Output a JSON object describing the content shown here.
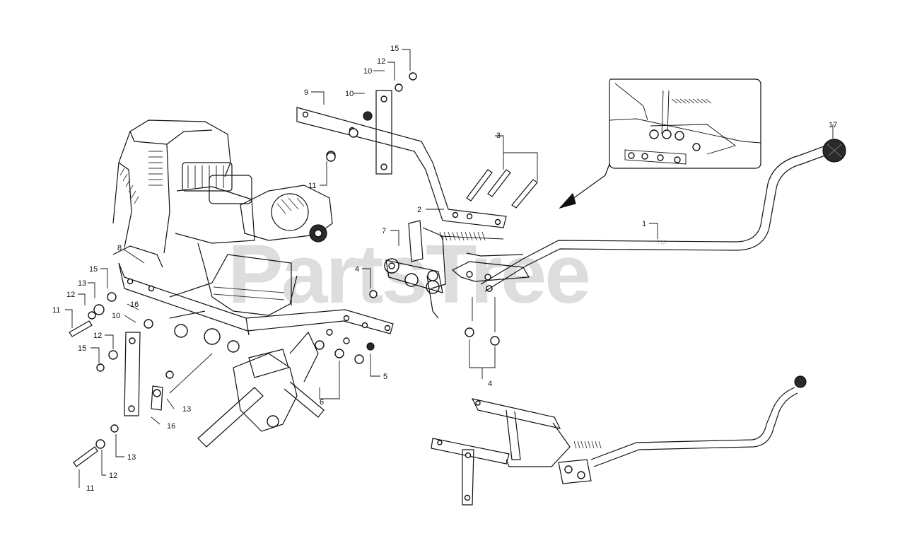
{
  "watermark": {
    "text": "PartsTree",
    "trademark": "TM"
  },
  "callouts": [
    {
      "id": "c15a",
      "text": "15"
    },
    {
      "id": "c12a",
      "text": "12"
    },
    {
      "id": "c10a",
      "text": "10"
    },
    {
      "id": "c9",
      "text": "9"
    },
    {
      "id": "c10b",
      "text": "10"
    },
    {
      "id": "c11a",
      "text": "11"
    },
    {
      "id": "c3",
      "text": "3"
    },
    {
      "id": "c2",
      "text": "2"
    },
    {
      "id": "c7",
      "text": "7"
    },
    {
      "id": "c1",
      "text": "1"
    },
    {
      "id": "c17",
      "text": "17"
    },
    {
      "id": "c4a",
      "text": "4"
    },
    {
      "id": "c8",
      "text": "8"
    },
    {
      "id": "c15b",
      "text": "15"
    },
    {
      "id": "c13a",
      "text": "13"
    },
    {
      "id": "c12b",
      "text": "12"
    },
    {
      "id": "c11b",
      "text": "11"
    },
    {
      "id": "c10c",
      "text": "10"
    },
    {
      "id": "c16a",
      "text": "16"
    },
    {
      "id": "c12c",
      "text": "12"
    },
    {
      "id": "c15c",
      "text": "15"
    },
    {
      "id": "c13b",
      "text": "13"
    },
    {
      "id": "c16b",
      "text": "16"
    },
    {
      "id": "c13c",
      "text": "13"
    },
    {
      "id": "c12d",
      "text": "12"
    },
    {
      "id": "c11c",
      "text": "11"
    },
    {
      "id": "c5",
      "text": "5"
    },
    {
      "id": "c6",
      "text": "6"
    },
    {
      "id": "c4b",
      "text": "4"
    }
  ]
}
